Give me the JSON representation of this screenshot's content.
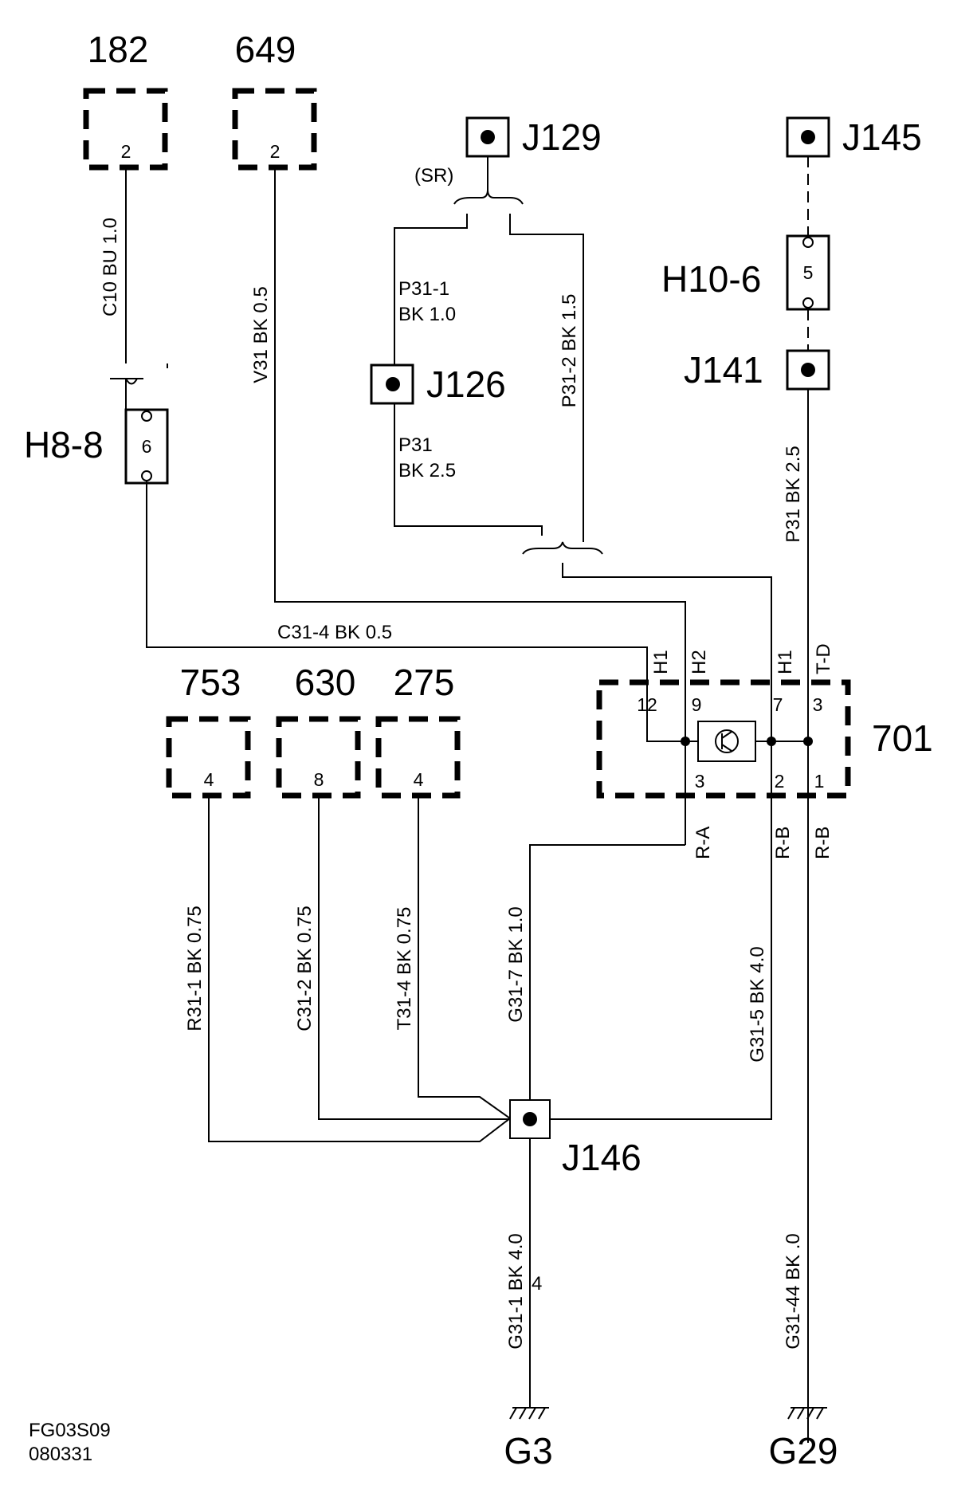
{
  "components": {
    "c182": {
      "label": "182",
      "pin": "2"
    },
    "c649": {
      "label": "649",
      "pin": "2"
    },
    "c753": {
      "label": "753",
      "pin": "4"
    },
    "c630": {
      "label": "630",
      "pin": "8"
    },
    "c275": {
      "label": "275",
      "pin": "4"
    },
    "c701": {
      "label": "701",
      "pins_top": [
        "12",
        "9",
        "7",
        "3"
      ],
      "pins_bottom": [
        "3",
        "2",
        "1"
      ],
      "terminals": [
        "H1",
        "H2",
        "H1",
        "T-D"
      ],
      "bottom_labels": [
        "R-A",
        "R-B",
        "R-B"
      ]
    }
  },
  "connectors": {
    "h8": {
      "label": "H8-8",
      "pin": "6"
    },
    "h10": {
      "label": "H10-6",
      "pin": "5"
    }
  },
  "junctions": {
    "j129": "J129",
    "j145": "J145",
    "j126": "J126",
    "j141": "J141",
    "j146": "J146"
  },
  "splice_label": "(SR)",
  "wires": {
    "c10": "C10  BU  1.0",
    "v31": "V31  BK  0.5",
    "p31_1a": "P31-1",
    "p31_1b": "BK 1.0",
    "p31_2": "P31-2  BK   1.5",
    "p31a": "P31",
    "p31b": "BK 2.5",
    "p31_right": "P31  BK  2.5",
    "c31_4": "C31-4  BK  0.5",
    "r31_1": "R31-1  BK  0.75",
    "c31_2": "C31-2    BK  0.75",
    "t31_4": "T31-4    BK  0.75",
    "g31_7": "G31-7    BK   1.0",
    "g31_5": "G31-5    BK   4.0",
    "g31_1": "G31-1    BK  4.0",
    "g31_1_pin": "4",
    "g31_44": "G31-44  BK   .0"
  },
  "grounds": {
    "g3": "G3",
    "g29": "G29"
  },
  "footer": {
    "code": "FG03S09",
    "date": "080331"
  }
}
